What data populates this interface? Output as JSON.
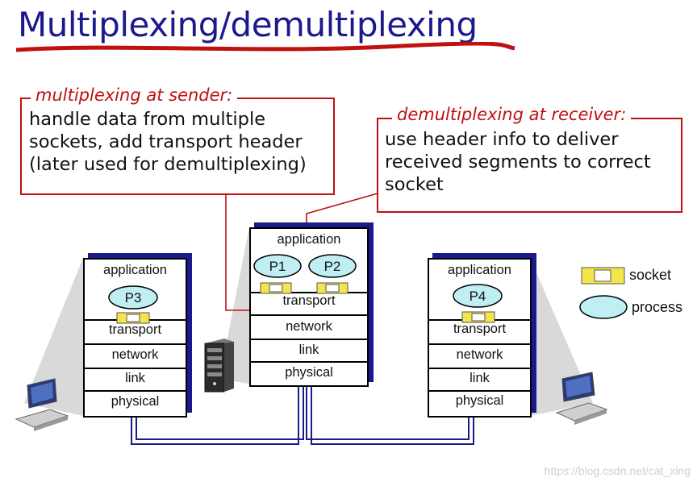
{
  "title": "Multiplexing/demultiplexing",
  "sender_callout": {
    "label": "multiplexing at sender:",
    "lines": [
      "handle data from multiple",
      "sockets, add transport header",
      "(later used for demultiplexing)"
    ]
  },
  "receiver_callout": {
    "label": "demultiplexing at receiver:",
    "lines": [
      "use header info to deliver",
      "received segments to correct",
      "socket"
    ]
  },
  "hosts": {
    "left": {
      "layers": [
        "application",
        "transport",
        "network",
        "link",
        "physical"
      ],
      "process": "P3"
    },
    "middle": {
      "layers": [
        "application",
        "transport",
        "network",
        "link",
        "physical"
      ],
      "processes": [
        "P1",
        "P2"
      ]
    },
    "right": {
      "layers": [
        "application",
        "transport",
        "network",
        "link",
        "physical"
      ],
      "process": "P4"
    }
  },
  "legend": {
    "socket_label": "socket",
    "process_label": "process"
  },
  "watermark": "https://blog.csdn.net/cat_xing",
  "colors": {
    "title": "#1a1a8c",
    "callout": "#c01010",
    "link_wire": "#1a1a8c",
    "socket": "#f3e64a",
    "process": "#bfeef3"
  }
}
